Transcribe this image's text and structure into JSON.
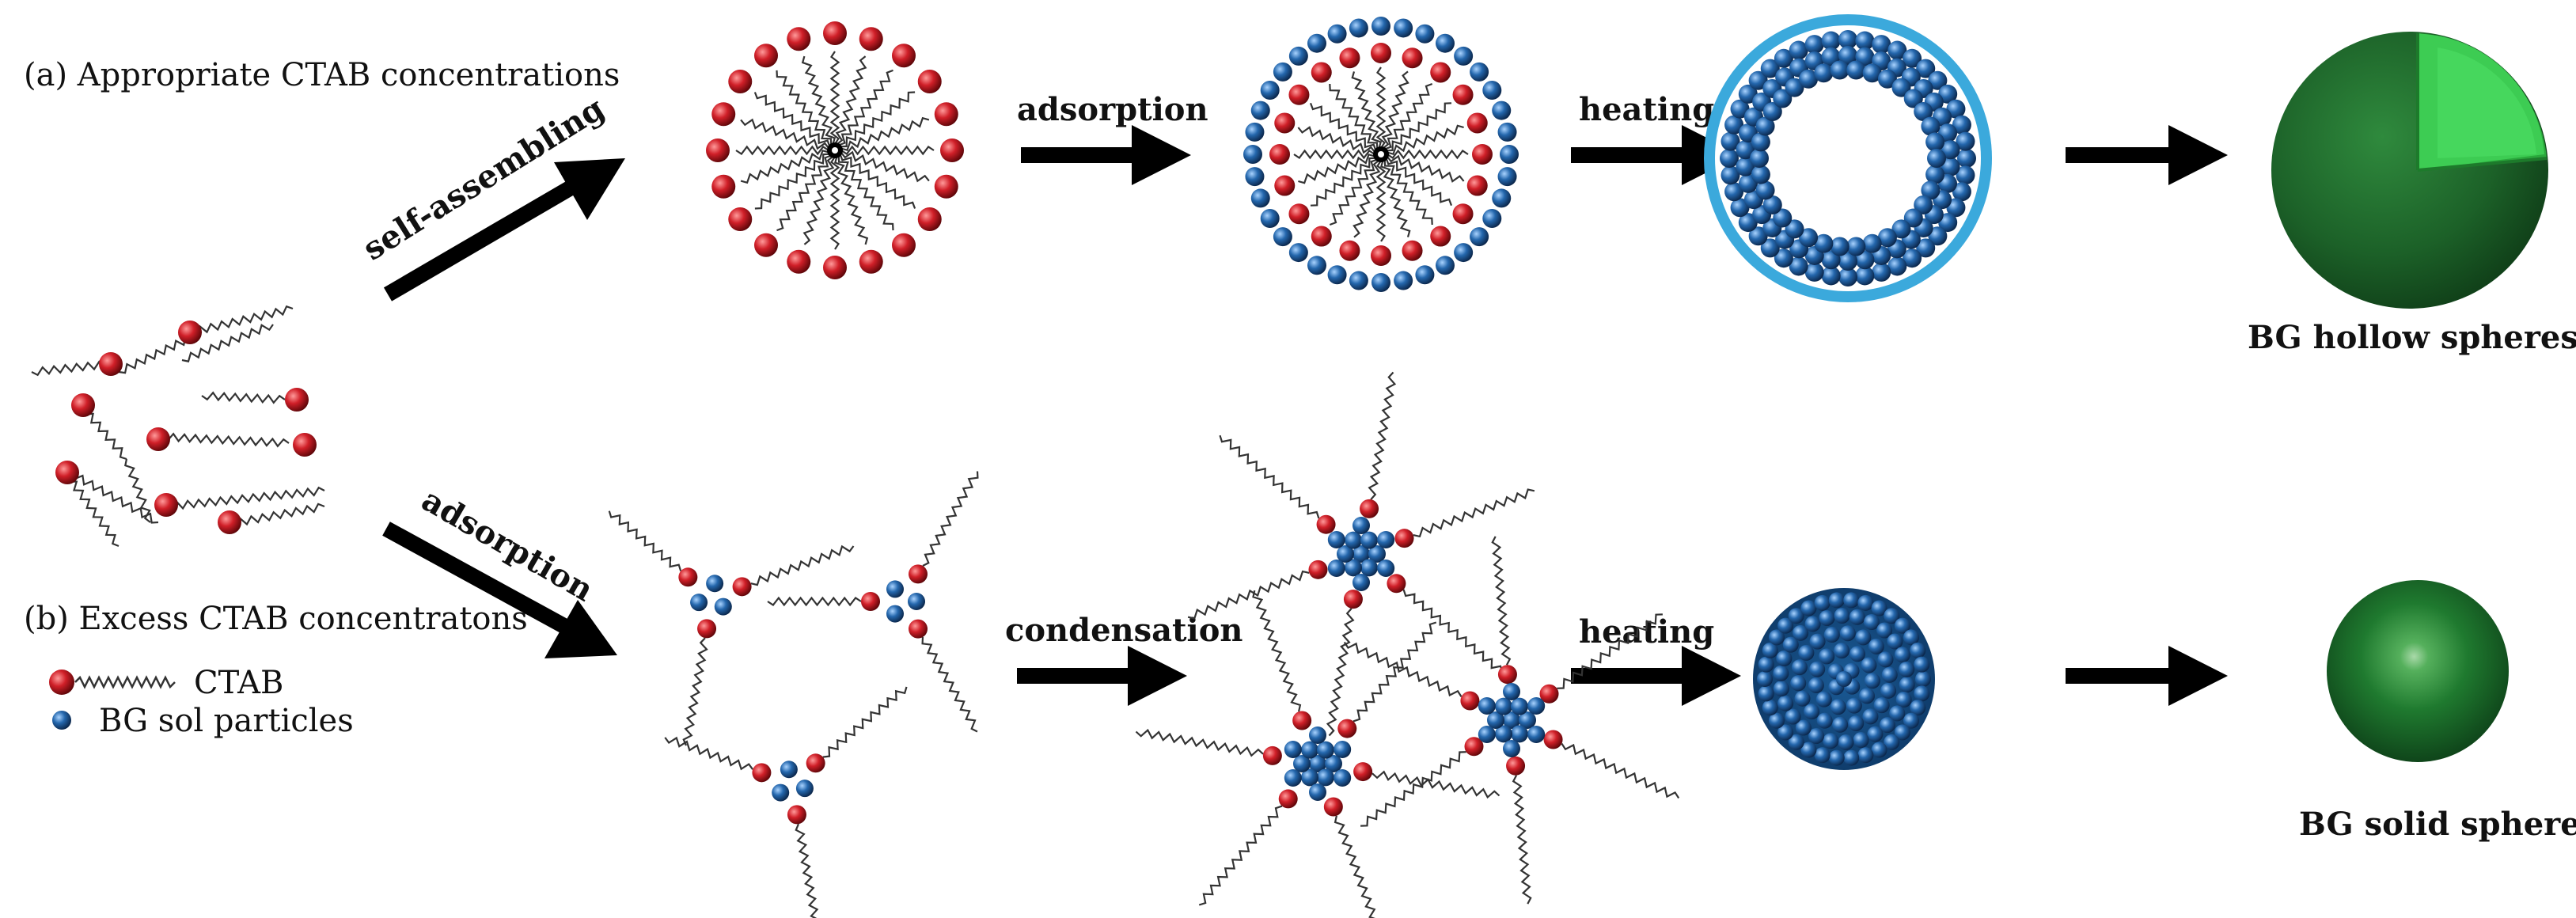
{
  "labels": {
    "row_a": "(a) Appropriate CTAB concentrations",
    "row_b": "(b) Excess CTAB concentratons",
    "self_assembling": "self-assembling",
    "adsorption_top": "adsorption",
    "heating_top": "heating",
    "adsorption_bottom": "adsorption",
    "condensation": "condensation",
    "heating_bottom": "heating",
    "hollow": "BG hollow spheres",
    "solid": "BG solid spheres"
  },
  "legend": {
    "ctab": "CTAB",
    "bg_sol": "BG sol particles"
  },
  "colors": {
    "ctab_head": "#c0161f",
    "bg_particle": "#1f5f9f",
    "shell": "#3ba9dc",
    "green_dark": "#1f6b2d",
    "green_light": "#33c24b",
    "arrow": "#000000"
  }
}
